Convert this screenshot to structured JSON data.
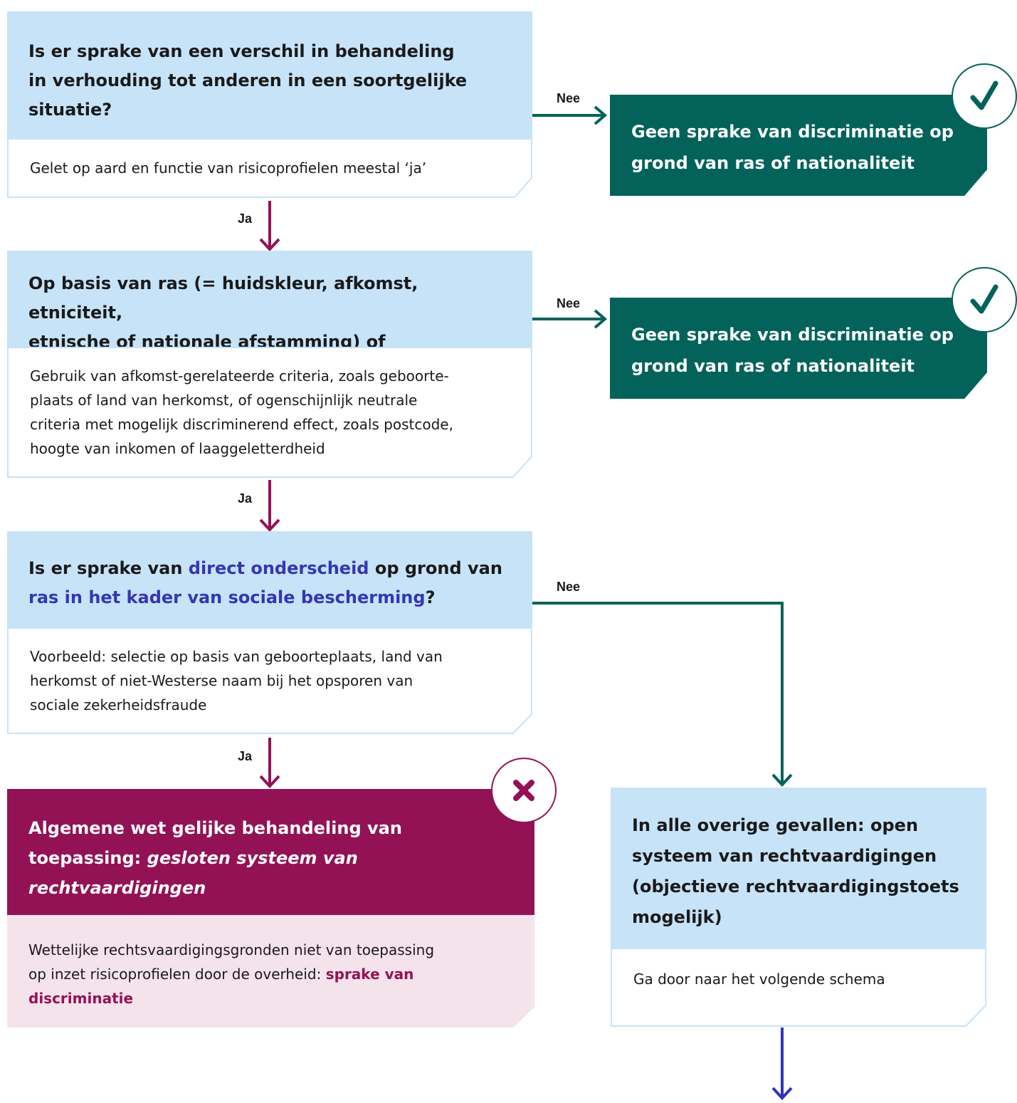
{
  "q1": {
    "question": "Is er sprake van een verschil in behandeling in verhouding tot anderen in een soortgelijke situatie?",
    "question_lines": [
      "Is er sprake van een verschil in behandeling",
      "in verhouding tot anderen in een soortgelijke",
      "situatie?"
    ],
    "note": "Gelet op aard en functie van risicoprofielen meestal ‘ja’",
    "no_label": "Nee",
    "yes_label": "Ja"
  },
  "r1": {
    "lines": [
      "Geen sprake van discriminatie op",
      "grond van ras of nationaliteit"
    ],
    "badge_icon": "checkmark-icon",
    "badge_glyph": "✓"
  },
  "q2": {
    "question_lines": [
      "Op basis van ras (= huidskleur, afkomst, etniciteit,",
      "etnische of nationale afstamming) of nationaliteit?"
    ],
    "note_lines": [
      "Gebruik van afkomst-gerelateerde criteria, zoals geboorte-",
      "plaats of land van herkomst, of ogenschijnlijk neutrale",
      "criteria met mogelijk discriminerend effect, zoals postcode,",
      "hoogte van inkomen of laaggeletterdheid"
    ],
    "no_label": "Nee",
    "yes_label": "Ja"
  },
  "r2": {
    "lines": [
      "Geen sprake van discriminatie op",
      "grond van ras of nationaliteit"
    ],
    "badge_icon": "checkmark-icon",
    "badge_glyph": "✓"
  },
  "q3": {
    "line1_pre": "Is er sprake van ",
    "line1_link": "direct onderscheid",
    "line1_post": " op grond van",
    "line2_link": "ras in het kader van sociale bescherming",
    "line2_post": "?",
    "note_lines": [
      "Voorbeeld: selectie op basis van geboorteplaats, land van",
      "herkomst of niet-Westerse naam bij het opsporen van",
      "sociale zekerheidsfraude"
    ],
    "no_label": "Nee",
    "yes_label": "Ja"
  },
  "outcome_closed": {
    "line1": "Algemene wet gelijke behandeling van",
    "line2_pre": "toepassing: ",
    "line2_em": "gesloten systeem van",
    "line3_em": "rechtvaardigingen",
    "note_line1": "Wettelijke rechtsvaardigingsgronden niet van toepassing",
    "note_line2_pre": "op inzet risicoprofielen door de overheid: ",
    "note_line2_hl": "sprake van",
    "note_line3_hl": "discriminatie",
    "badge_icon": "cross-icon",
    "badge_glyph": "✖"
  },
  "outcome_open": {
    "lines": [
      "In alle overige gevallen: open",
      "systeem van rechtvaardigingen",
      "(objectieve rechtvaardigingstoets",
      "mogelijk)"
    ],
    "note": "Ga door naar het volgende schema"
  },
  "colors": {
    "question_bg": "#c7e3f8",
    "green": "#03635a",
    "purple": "#931255",
    "purple_light": "#f5e3ec",
    "link_blue": "#3636b3",
    "next_arrow": "#3333bb"
  }
}
